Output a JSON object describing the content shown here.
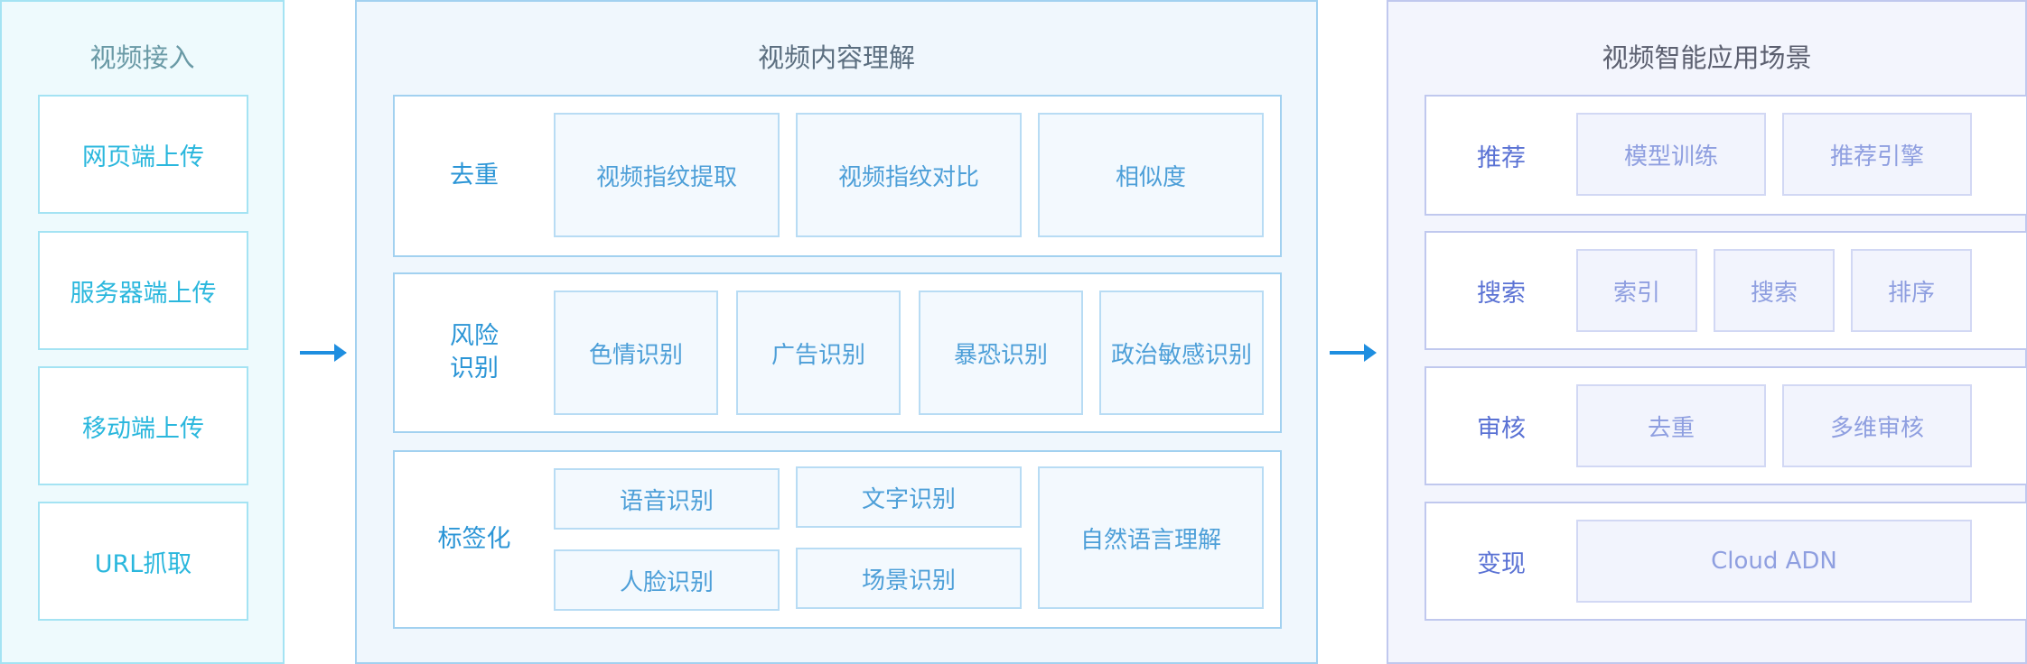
{
  "colors": {
    "panel1_accent": "#2ab7dd",
    "panel2_accent": "#2b95d6",
    "panel3_accent": "#5a72d4",
    "arrow": "#1e8ee0"
  },
  "ingest": {
    "title": "视频接入",
    "items": [
      "网页端上传",
      "服务器端上传",
      "移动端上传",
      "URL抓取"
    ]
  },
  "understanding": {
    "title": "视频内容理解",
    "groups": [
      {
        "label": "去重",
        "cells": [
          "视频指纹提取",
          "视频指纹对比",
          "相似度"
        ]
      },
      {
        "label_line1": "风险",
        "label_line2": "识别",
        "cells": [
          "色情识别",
          "广告识别",
          "暴恐识别",
          "政治敏感识别"
        ]
      },
      {
        "label": "标签化",
        "cells": [
          "语音识别",
          "文字识别",
          "人脸识别",
          "场景识别",
          "自然语言理解"
        ]
      }
    ]
  },
  "scenarios": {
    "title": "视频智能应用场景",
    "groups": [
      {
        "label": "推荐",
        "cells": [
          "模型训练",
          "推荐引擎"
        ]
      },
      {
        "label": "搜索",
        "cells": [
          "索引",
          "搜索",
          "排序"
        ]
      },
      {
        "label": "审核",
        "cells": [
          "去重",
          "多维审核"
        ]
      },
      {
        "label": "变现",
        "cells": [
          "Cloud ADN"
        ]
      }
    ]
  }
}
